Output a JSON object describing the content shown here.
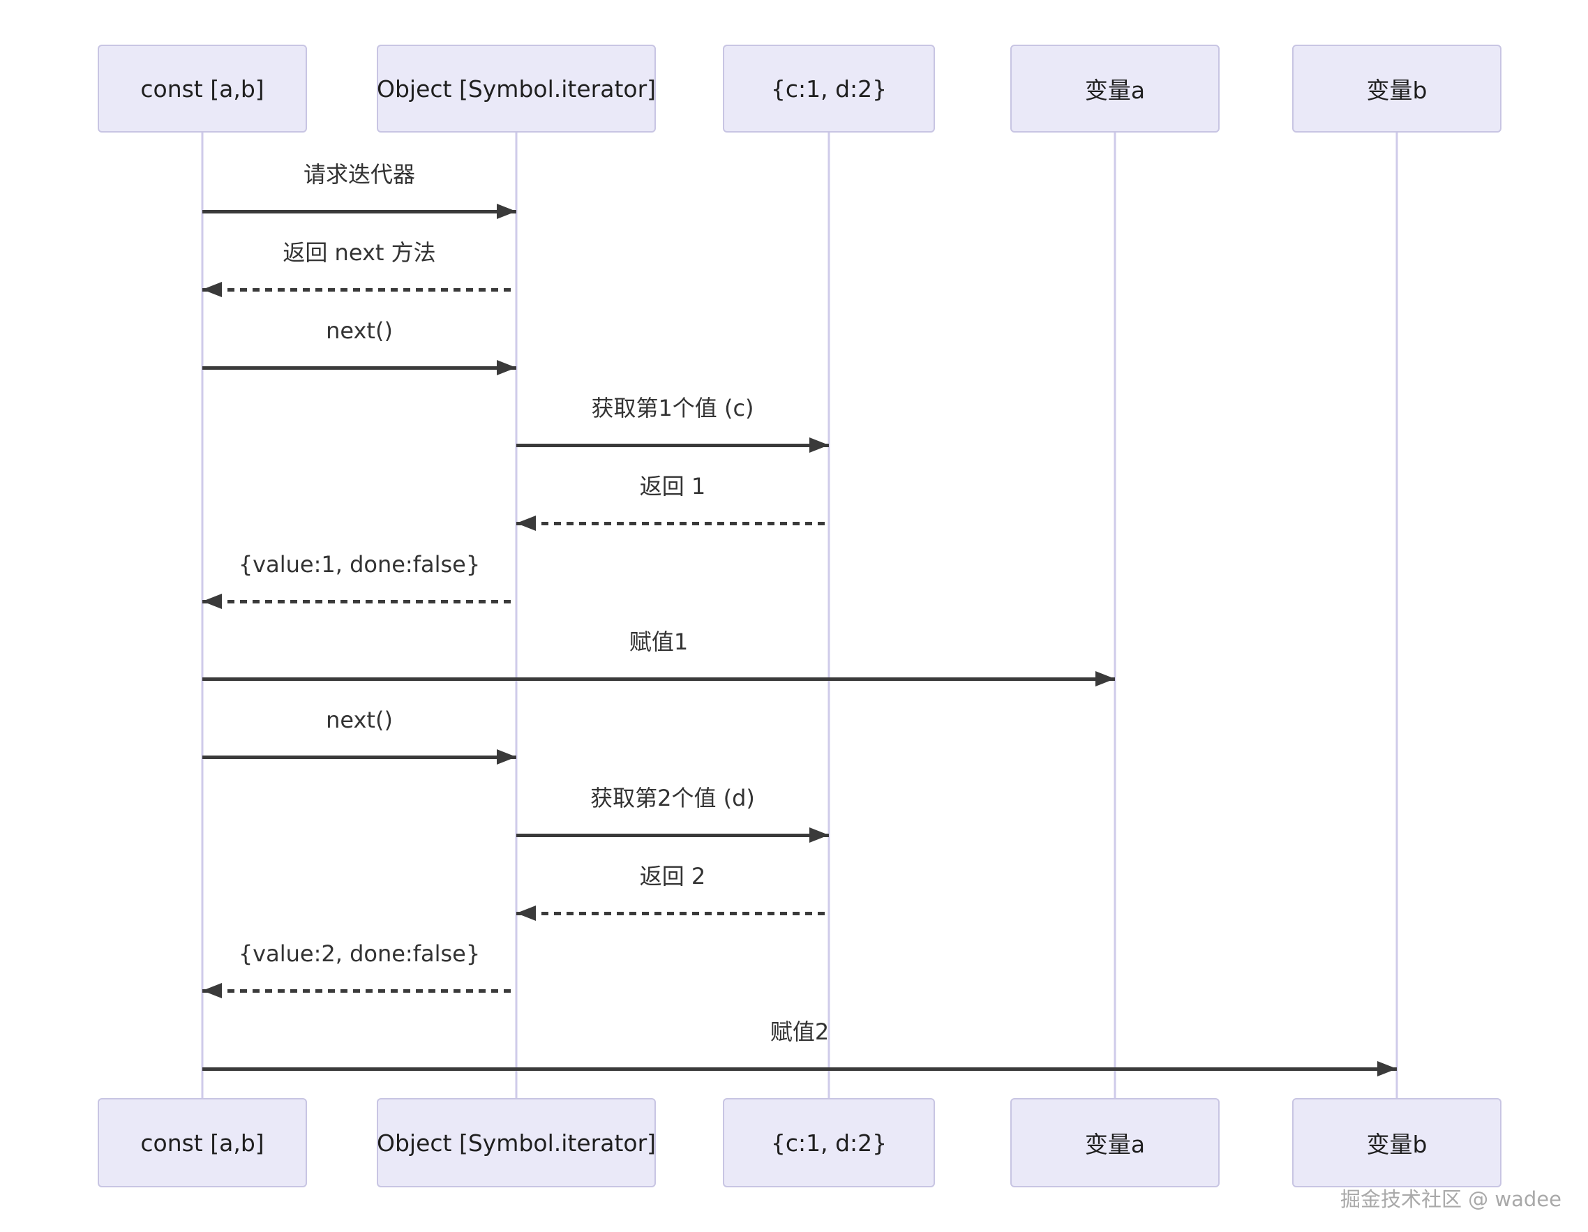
{
  "diagram": {
    "type": "sequence-diagram",
    "participants": [
      {
        "id": "const-ab",
        "label": "const [a,b]"
      },
      {
        "id": "object-symbol-iterator",
        "label": "Object [Symbol.iterator]"
      },
      {
        "id": "c1-d2",
        "label": "{c:1, d:2}"
      },
      {
        "id": "var-a",
        "label": "变量a"
      },
      {
        "id": "var-b",
        "label": "变量b"
      }
    ],
    "messages": [
      {
        "from": "const [a,b]",
        "to": "Object [Symbol.iterator]",
        "label": "请求迭代器",
        "style": "solid"
      },
      {
        "from": "Object [Symbol.iterator]",
        "to": "const [a,b]",
        "label": "返回 next 方法",
        "style": "dashed"
      },
      {
        "from": "const [a,b]",
        "to": "Object [Symbol.iterator]",
        "label": "next()",
        "style": "solid"
      },
      {
        "from": "Object [Symbol.iterator]",
        "to": "{c:1, d:2}",
        "label": "获取第1个值 (c)",
        "style": "solid"
      },
      {
        "from": "{c:1, d:2}",
        "to": "Object [Symbol.iterator]",
        "label": "返回 1",
        "style": "dashed"
      },
      {
        "from": "Object [Symbol.iterator]",
        "to": "const [a,b]",
        "label": "{value:1, done:false}",
        "style": "dashed"
      },
      {
        "from": "const [a,b]",
        "to": "变量a",
        "label": "赋值1",
        "style": "solid"
      },
      {
        "from": "const [a,b]",
        "to": "Object [Symbol.iterator]",
        "label": "next()",
        "style": "solid"
      },
      {
        "from": "Object [Symbol.iterator]",
        "to": "{c:1, d:2}",
        "label": "获取第2个值 (d)",
        "style": "solid"
      },
      {
        "from": "{c:1, d:2}",
        "to": "Object [Symbol.iterator]",
        "label": "返回 2",
        "style": "dashed"
      },
      {
        "from": "Object [Symbol.iterator]",
        "to": "const [a,b]",
        "label": "{value:2, done:false}",
        "style": "dashed"
      },
      {
        "from": "const [a,b]",
        "to": "变量b",
        "label": "赋值2",
        "style": "solid"
      }
    ],
    "watermark": "掘金技术社区 @ wadee",
    "colors": {
      "actor_fill": "#eae9f8",
      "actor_border": "#c8c5e3",
      "lifeline": "#cfcbea",
      "arrow": "#3a3a3a",
      "text": "#1f1f1f",
      "background": "#ffffff",
      "watermark": "#a9a9a9"
    }
  }
}
